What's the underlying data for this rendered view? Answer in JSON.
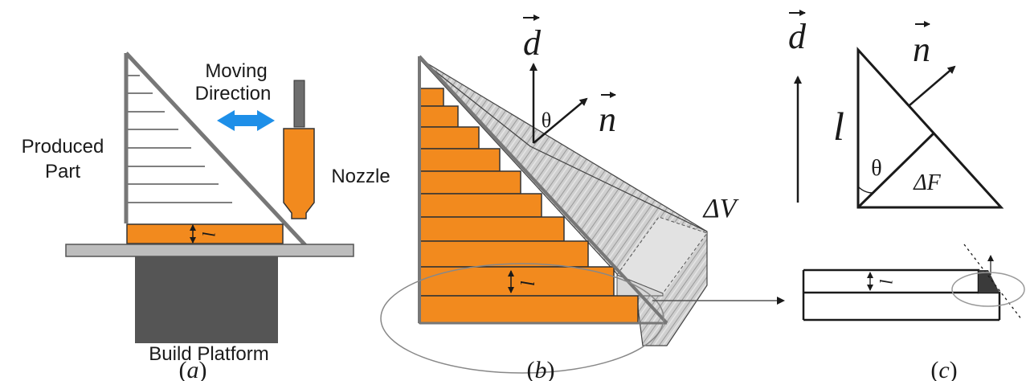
{
  "panel_a": {
    "label_moving_direction_1": "Moving",
    "label_moving_direction_2": "Direction",
    "label_produced_part_1": "Produced",
    "label_produced_part_2": "Part",
    "label_nozzle": "Nozzle",
    "label_build_platform": "Build Platform",
    "label_layer": "l",
    "caption_open": "(",
    "caption_letter": "a",
    "caption_close": ")",
    "colors": {
      "layer": "#f28a1e",
      "outline": "#777777",
      "arrow": "#1e8fe8",
      "base": "#555555",
      "platform": "#bdbdbd"
    }
  },
  "panel_b": {
    "label_d": "d",
    "label_n": "n",
    "label_theta": "θ",
    "label_delta_v": "ΔV",
    "label_layer": "l",
    "caption_open": "(",
    "caption_letter": "b",
    "caption_close": ")"
  },
  "panel_c": {
    "label_d": "d",
    "label_n": "n",
    "label_l": "l",
    "label_theta": "θ",
    "label_delta_f": "ΔF",
    "label_layer": "l",
    "caption_open": "(",
    "caption_letter": "c",
    "caption_close": ")"
  }
}
